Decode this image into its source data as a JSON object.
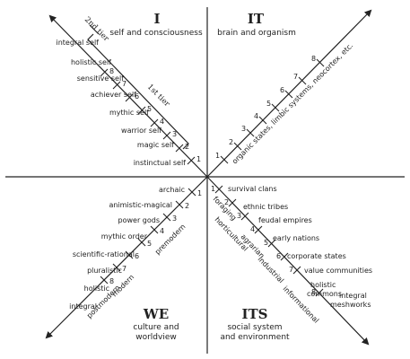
{
  "quadrants": {
    "upper_left": {
      "title": "I",
      "subtitle_lines": [
        "self and consciousness"
      ]
    },
    "upper_right": {
      "title": "IT",
      "subtitle_lines": [
        "brain and organism"
      ]
    },
    "lower_left": {
      "title": "WE",
      "subtitle_lines": [
        "culture and",
        "worldview"
      ]
    },
    "lower_right": {
      "title": "ITS",
      "subtitle_lines": [
        "social system",
        "and environment"
      ]
    }
  },
  "tiers": {
    "second": "2nd tier",
    "first": "1st tier"
  },
  "upper_left_labels": [
    "instinctual self",
    "magic self",
    "warrior self",
    "mythic self",
    "achiever self",
    "sensitive self",
    "holistic self",
    "integral self"
  ],
  "upper_right_caption": "organic states, limbic systems, neocortex, etc.",
  "lower_left_labels": [
    "archaic",
    "animistic-magical",
    "power gods",
    "mythic order",
    "scientific-rational",
    "pluralistic",
    "holistic",
    "integral"
  ],
  "lower_left_eras": [
    "premodern",
    "modern",
    "postmodern"
  ],
  "lower_right_labels": [
    "survival clans",
    "ethnic tribes",
    "feudal empires",
    "early nations",
    "corporate states",
    "value communities",
    "holistic commons",
    "integral meshworks"
  ],
  "lower_right_modes": [
    "foraging",
    "horticultural",
    "agrarian",
    "industrial",
    "informational"
  ],
  "level_numbers": [
    "1",
    "2",
    "3",
    "4",
    "5",
    "6",
    "7",
    "8"
  ]
}
